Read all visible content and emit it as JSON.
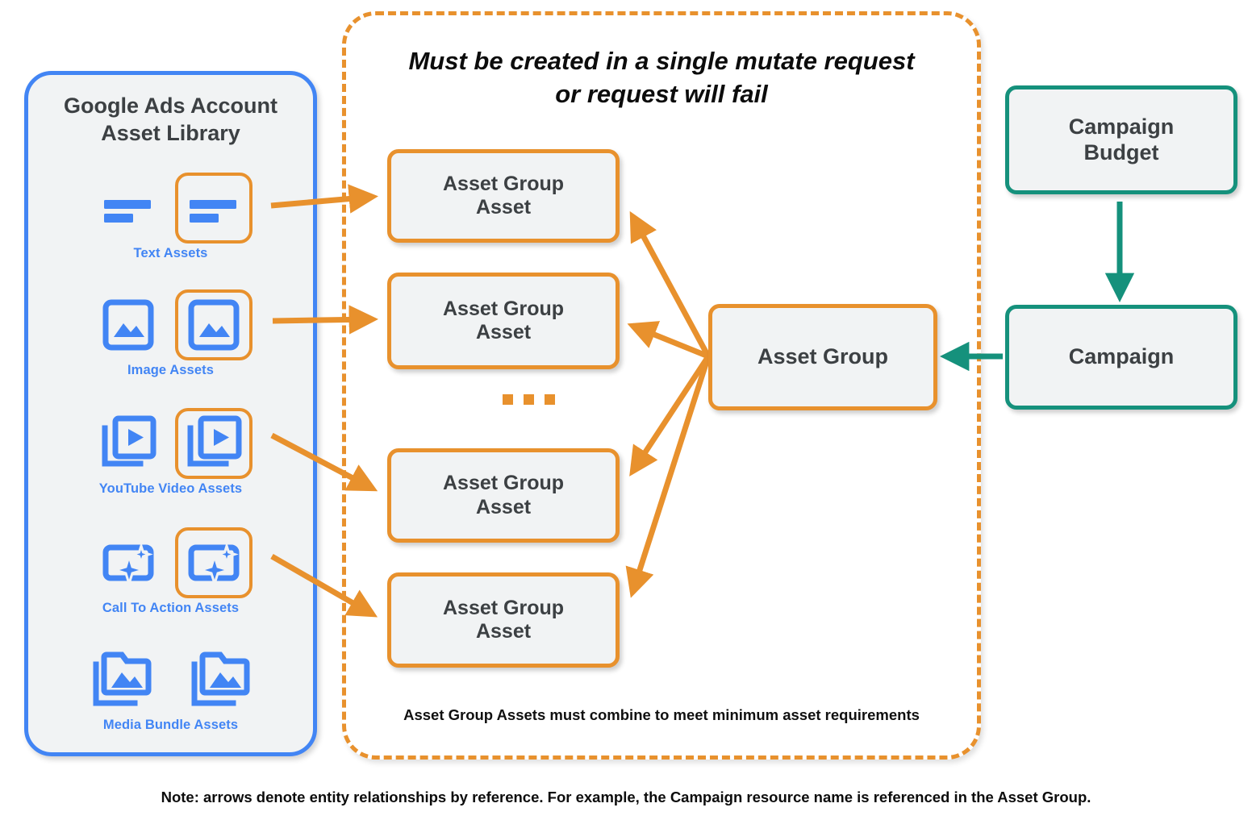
{
  "diagram": {
    "colors": {
      "orange": "#e8912d",
      "blue": "#4285f4",
      "teal": "#15917c",
      "node_fill": "#f1f3f4",
      "text_dark": "#3c4043"
    },
    "bottom_note": "Note: arrows denote entity relationships by reference. For example, the Campaign resource name is referenced in the Asset Group."
  },
  "library": {
    "title": "Google Ads Account\nAsset Library",
    "assets": [
      {
        "label": "Text Assets",
        "icon": "text-asset-icon",
        "highlighted": true
      },
      {
        "label": "Image Assets",
        "icon": "image-asset-icon",
        "highlighted": true
      },
      {
        "label": "YouTube Video  Assets",
        "icon": "video-asset-icon",
        "highlighted": true
      },
      {
        "label": "Call To Action Assets",
        "icon": "call-to-action-asset-icon",
        "highlighted": true
      },
      {
        "label": "Media Bundle  Assets",
        "icon": "media-bundle-asset-icon",
        "highlighted": false
      }
    ]
  },
  "mutate_region": {
    "title": "Must be created in a single mutate request\nor request will fail",
    "footnote": "Asset Group Assets must combine to meet minimum asset requirements",
    "ellipsis": "...",
    "asset_group_assets": [
      {
        "label": "Asset Group\nAsset"
      },
      {
        "label": "Asset Group\nAsset"
      },
      {
        "label": "Asset Group\nAsset"
      },
      {
        "label": "Asset Group\nAsset"
      }
    ]
  },
  "entities": {
    "asset_group": {
      "label": "Asset Group"
    },
    "campaign_budget": {
      "label": "Campaign\nBudget"
    },
    "campaign": {
      "label": "Campaign"
    }
  }
}
